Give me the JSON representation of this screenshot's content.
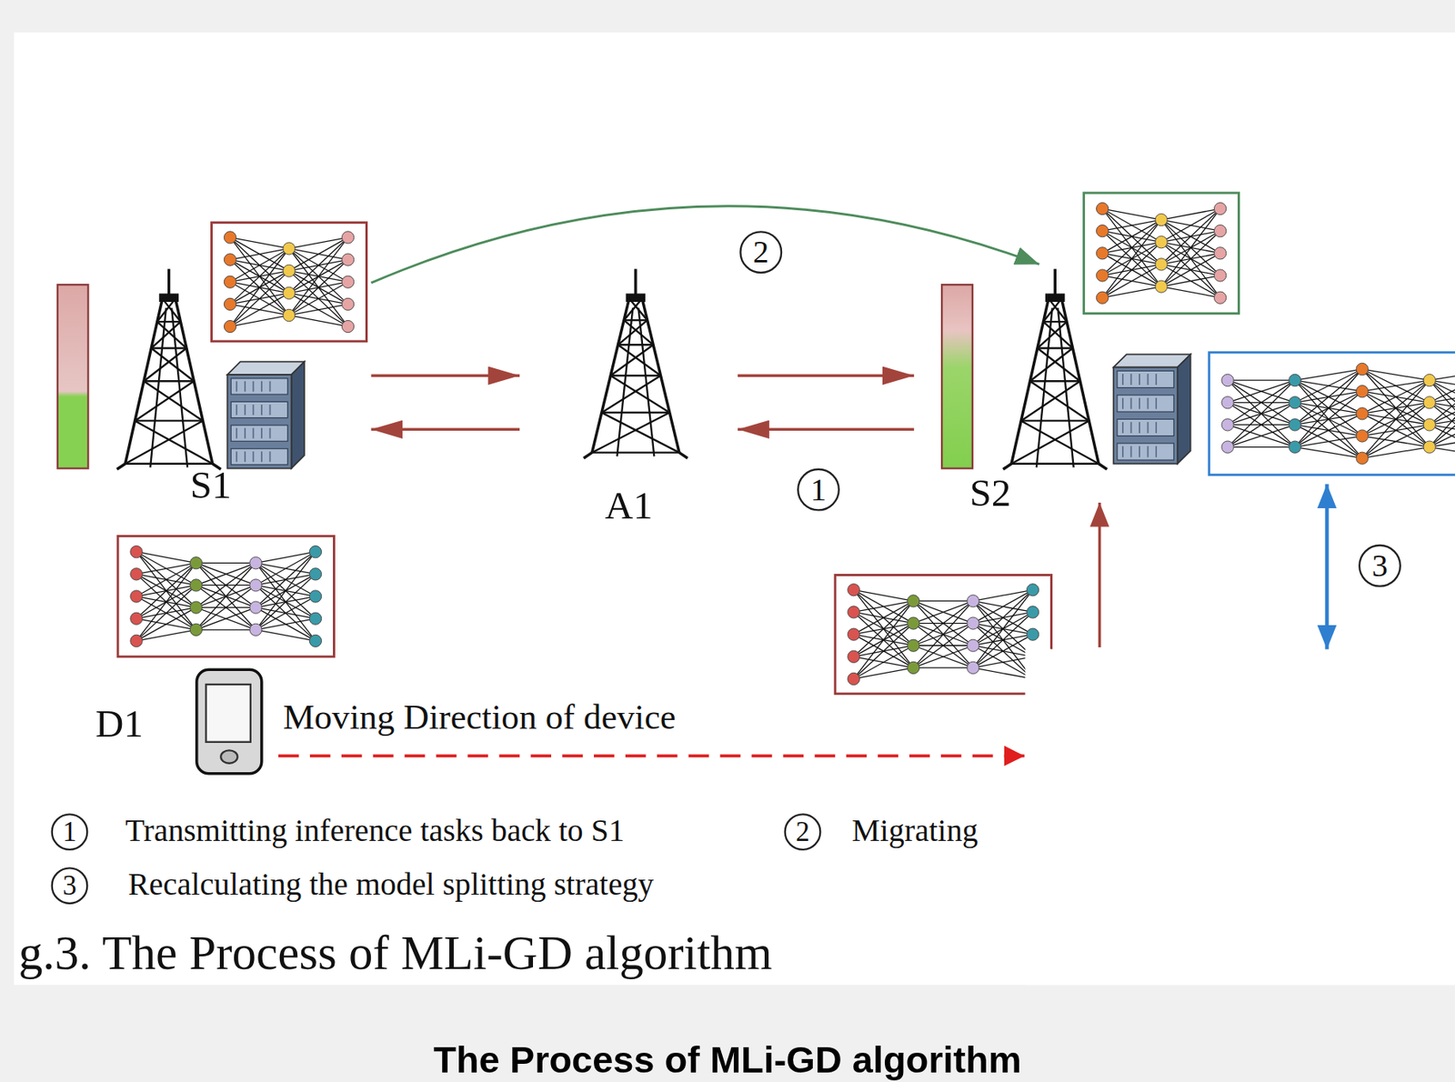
{
  "diagram": {
    "title": "The Process of MLi-GD algorithm",
    "caption": "g.3. The Process of MLi-GD algorithm",
    "nodes": [
      {
        "text": [
          "S1"
        ]
      },
      {
        "text": [
          "A1"
        ]
      },
      {
        "text": [
          "S2"
        ]
      },
      {
        "text": [
          "D1"
        ]
      }
    ],
    "edges": [
      {
        "from": 0,
        "to": 1,
        "arrow": "to"
      },
      {
        "from": 1,
        "to": 0,
        "arrow": "to"
      },
      {
        "from": 1,
        "to": 2,
        "arrow": "to"
      },
      {
        "from": 2,
        "to": 1,
        "label": "1",
        "arrow": "to"
      },
      {
        "from": 0,
        "to": 2,
        "label": "2",
        "arrow": "to"
      }
    ],
    "labels": [
      "3",
      "Moving Direction of device",
      "1",
      "2",
      "3"
    ],
    "legend": [
      {
        "text": "Transmitting inference tasks back to S1"
      },
      {
        "text": "Migrating"
      },
      {
        "text": "Recalculating the model splitting strategy"
      }
    ]
  }
}
